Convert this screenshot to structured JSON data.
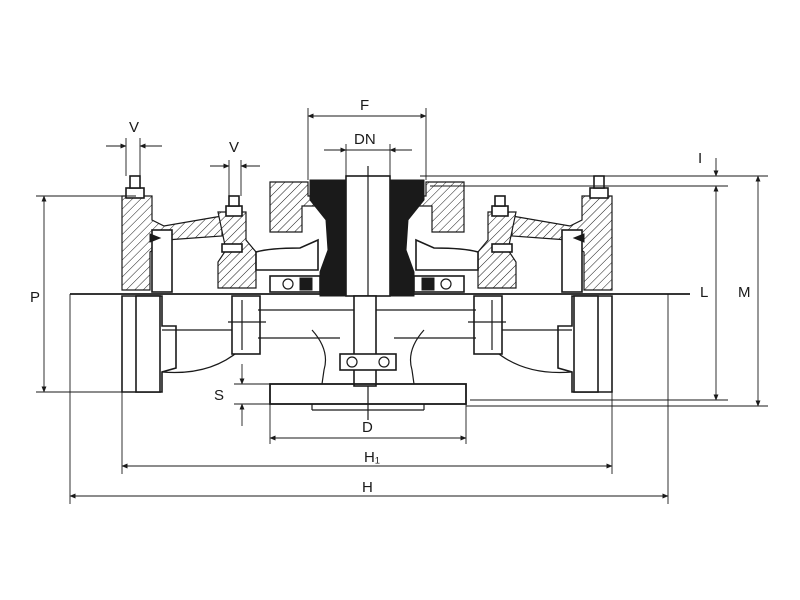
{
  "labels": {
    "v_left": "V",
    "v_right": "V",
    "f": "F",
    "dn": "DN",
    "i": "I",
    "p": "P",
    "l": "L",
    "m": "M",
    "s": "S",
    "d": "D",
    "h1": "H₁",
    "h": "H"
  }
}
